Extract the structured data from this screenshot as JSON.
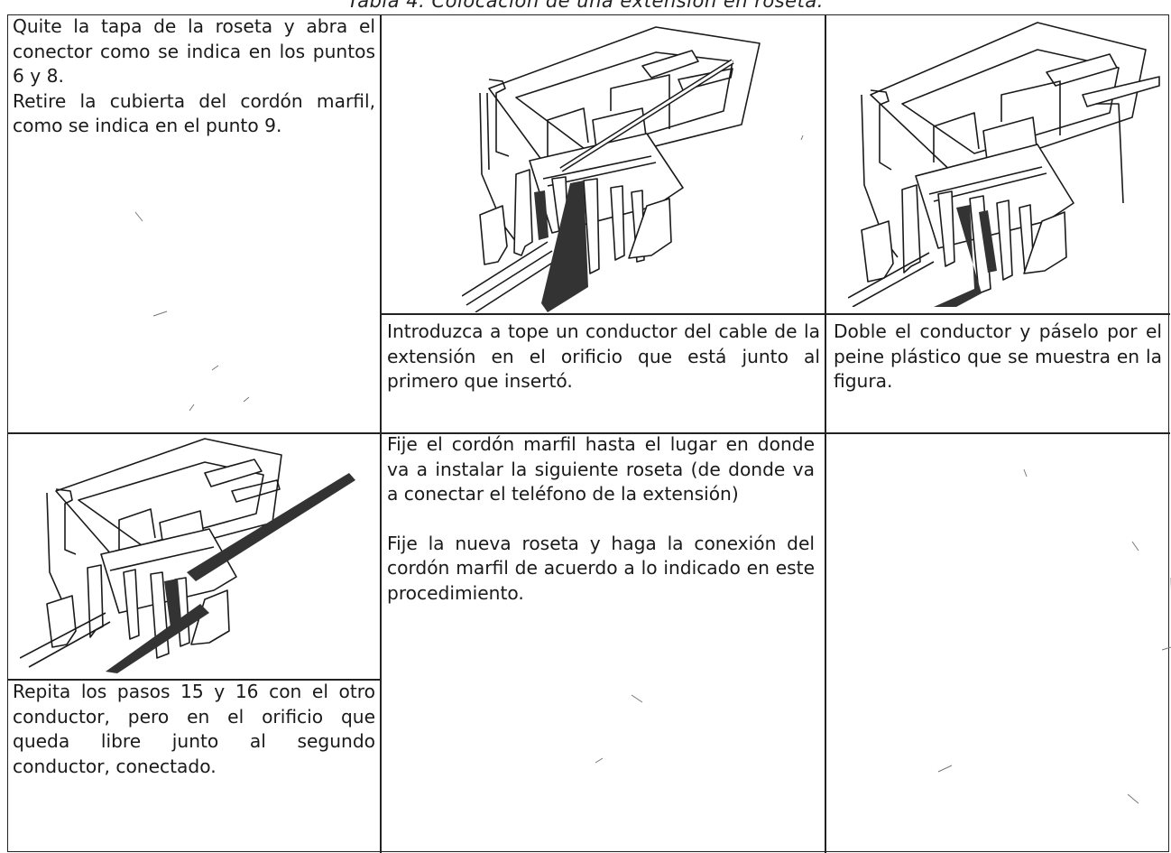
{
  "document": {
    "caption": "Tabla 4. Colocación de una extensión en roseta.",
    "cells": {
      "row1_left": {
        "paragraphs": [
          "Quite la tapa de la roseta y abra el conector como se indica en los puntos 6 y 8.",
          "Retire la cubierta del cordón marfil, como se indica en el punto 9."
        ]
      },
      "row1_mid_text": "Introduzca a tope un conductor del cable de la extensión en el orificio que está junto al primero que insertó.",
      "row1_right_text": "Doble el conductor y páselo por el peine plástico que se muestra en la figura.",
      "row2_left_text": "Repita los pasos 15 y 16 con el otro conductor, pero en el orificio que queda libre junto al segundo conductor, conectado.",
      "row2_mid": {
        "paragraphs": [
          "Fije el cordón marfil hasta el lugar en donde va a instalar la siguiente roseta (de donde va a conectar el teléfono de la extensión)",
          "Fije la nueva roseta y haga la conexión del cordón marfil de acuerdo a lo indicado en este procedimiento."
        ]
      },
      "row2_right_text": ""
    },
    "figures": [
      {
        "label": "connector-insert-figure",
        "icon": "rosette-connector-illustration"
      },
      {
        "label": "connector-bend-figure",
        "icon": "rosette-connector-illustration"
      },
      {
        "label": "connector-second-wire-figure",
        "icon": "rosette-connector-illustration"
      }
    ]
  }
}
